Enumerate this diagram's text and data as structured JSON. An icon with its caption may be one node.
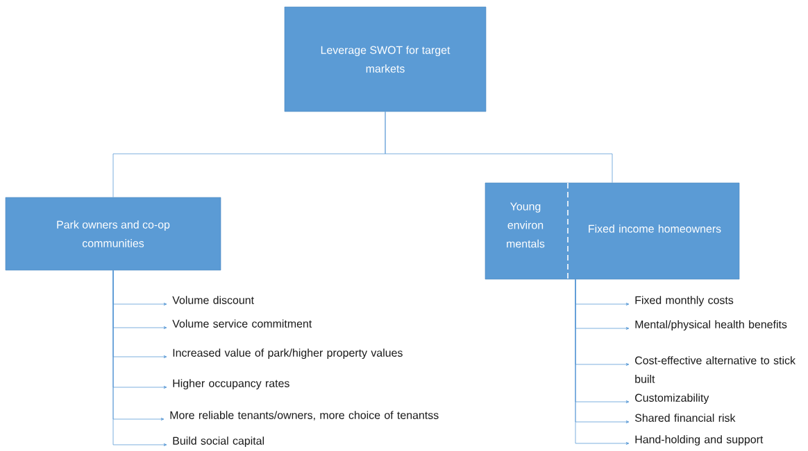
{
  "diagram": {
    "nodes": [
      {
        "text": [
          "Leverage SWOT for target markets"
        ]
      },
      {
        "text": [
          "Park owners and co-op communities"
        ]
      },
      {
        "text": [
          "Young environ mentals",
          "Fixed income homeowners"
        ]
      },
      {
        "text": [
          "Volume discount"
        ]
      },
      {
        "text": [
          "Volume service commitment"
        ]
      },
      {
        "text": [
          "Increased value of park/higher property values"
        ]
      },
      {
        "text": [
          "Higher occupancy rates"
        ]
      },
      {
        "text": [
          "More reliable tenants/owners, more choice of tenantss"
        ]
      },
      {
        "text": [
          "Build social capital"
        ]
      },
      {
        "text": [
          "Fixed monthly costs"
        ]
      },
      {
        "text": [
          "Mental/physical health benefits"
        ]
      },
      {
        "text": [
          "Cost-effective alternative to stick built"
        ]
      },
      {
        "text": [
          "Customizability"
        ]
      },
      {
        "text": [
          "Shared financial risk"
        ]
      },
      {
        "text": [
          "Hand-holding and support"
        ]
      }
    ],
    "edges": [
      {
        "from": 0,
        "to": 1,
        "arrow": "none"
      },
      {
        "from": 0,
        "to": 2,
        "arrow": "none"
      },
      {
        "from": 1,
        "to": 3,
        "arrow": "to"
      },
      {
        "from": 1,
        "to": 4,
        "arrow": "to"
      },
      {
        "from": 1,
        "to": 5,
        "arrow": "to"
      },
      {
        "from": 1,
        "to": 6,
        "arrow": "to"
      },
      {
        "from": 1,
        "to": 7,
        "arrow": "to"
      },
      {
        "from": 1,
        "to": 8,
        "arrow": "to"
      },
      {
        "from": 2,
        "to": 9,
        "arrow": "to"
      },
      {
        "from": 2,
        "to": 10,
        "arrow": "to"
      },
      {
        "from": 2,
        "to": 11,
        "arrow": "to"
      },
      {
        "from": 2,
        "to": 12,
        "arrow": "to"
      },
      {
        "from": 2,
        "to": 13,
        "arrow": "to"
      },
      {
        "from": 2,
        "to": 14,
        "arrow": "to"
      }
    ]
  }
}
